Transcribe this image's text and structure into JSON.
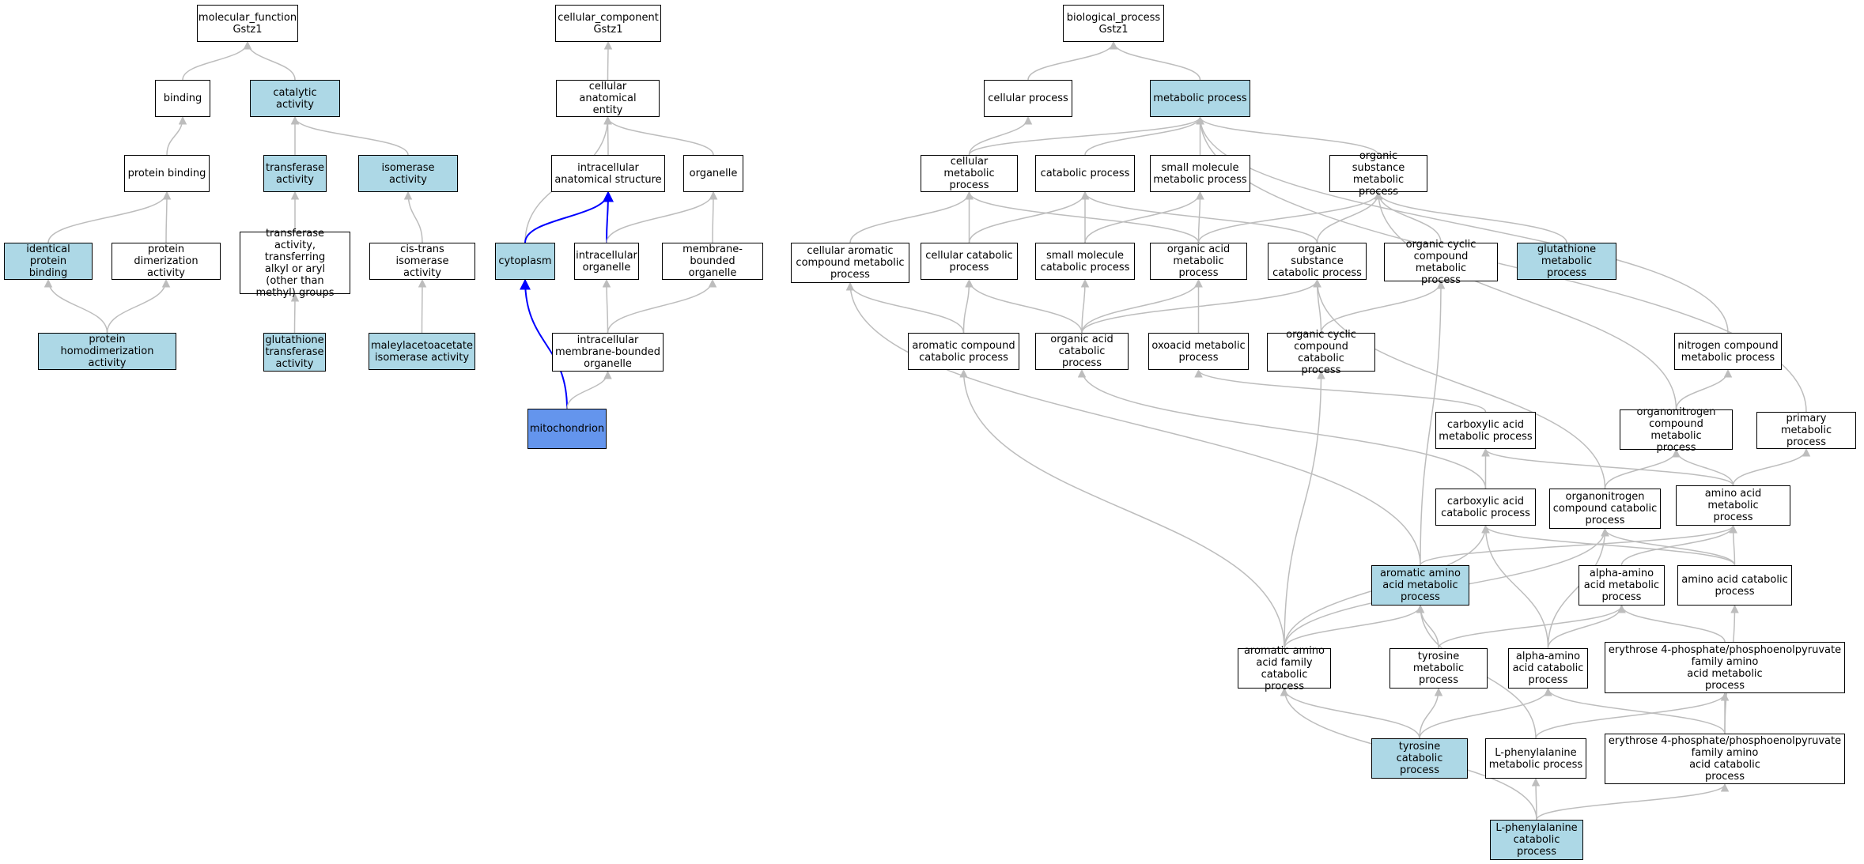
{
  "colors": {
    "highlight": "#add8e6",
    "selected": "#6495ed",
    "edge": "#bdbdbd",
    "path_edge": "#0000ff"
  },
  "nodes": [
    {
      "id": "mf",
      "label": "molecular_function\nGstz1",
      "style": "plain"
    },
    {
      "id": "binding",
      "label": "binding",
      "style": "plain"
    },
    {
      "id": "catalytic",
      "label": "catalytic activity",
      "style": "highlight"
    },
    {
      "id": "protein_binding",
      "label": "protein binding",
      "style": "plain"
    },
    {
      "id": "transferase",
      "label": "transferase\nactivity",
      "style": "highlight"
    },
    {
      "id": "isomerase",
      "label": "isomerase activity",
      "style": "highlight"
    },
    {
      "id": "identical",
      "label": "identical protein\nbinding",
      "style": "highlight"
    },
    {
      "id": "dimerization",
      "label": "protein dimerization\nactivity",
      "style": "plain"
    },
    {
      "id": "transferase_alkyl",
      "label": "transferase\nactivity, transferring\nalkyl or aryl\n(other than\nmethyl) groups",
      "style": "plain"
    },
    {
      "id": "cistrans",
      "label": "cis-trans isomerase\nactivity",
      "style": "plain"
    },
    {
      "id": "homodimer",
      "label": "protein homodimerization\nactivity",
      "style": "highlight"
    },
    {
      "id": "gst",
      "label": "glutathione\ntransferase\nactivity",
      "style": "highlight"
    },
    {
      "id": "maai",
      "label": "maleylacetoacetate\nisomerase activity",
      "style": "highlight"
    },
    {
      "id": "cc",
      "label": "cellular_component\nGstz1",
      "style": "plain"
    },
    {
      "id": "cae",
      "label": "cellular anatomical\nentity",
      "style": "plain"
    },
    {
      "id": "ias",
      "label": "intracellular\nanatomical structure",
      "style": "plain"
    },
    {
      "id": "organelle",
      "label": "organelle",
      "style": "plain"
    },
    {
      "id": "cytoplasm",
      "label": "cytoplasm",
      "style": "highlight"
    },
    {
      "id": "io",
      "label": "intracellular\norganelle",
      "style": "plain"
    },
    {
      "id": "mbo",
      "label": "membrane-bounded\norganelle",
      "style": "plain"
    },
    {
      "id": "imbo",
      "label": "intracellular\nmembrane-bounded\norganelle",
      "style": "plain"
    },
    {
      "id": "mito",
      "label": "mitochondrion",
      "style": "selected"
    },
    {
      "id": "bp",
      "label": "biological_process\nGstz1",
      "style": "plain"
    },
    {
      "id": "cellular_process",
      "label": "cellular process",
      "style": "plain"
    },
    {
      "id": "metabolic",
      "label": "metabolic process",
      "style": "highlight"
    },
    {
      "id": "cmp",
      "label": "cellular metabolic\nprocess",
      "style": "plain"
    },
    {
      "id": "catabolic",
      "label": "catabolic process",
      "style": "plain"
    },
    {
      "id": "smmp",
      "label": "small molecule\nmetabolic process",
      "style": "plain"
    },
    {
      "id": "osmp",
      "label": "organic substance\nmetabolic process",
      "style": "plain"
    },
    {
      "id": "cacmp",
      "label": "cellular aromatic\ncompound metabolic\nprocess",
      "style": "plain"
    },
    {
      "id": "ccp",
      "label": "cellular catabolic\nprocess",
      "style": "plain"
    },
    {
      "id": "smcp",
      "label": "small molecule\ncatabolic process",
      "style": "plain"
    },
    {
      "id": "oamp",
      "label": "organic acid\nmetabolic process",
      "style": "plain"
    },
    {
      "id": "oscp",
      "label": "organic substance\ncatabolic process",
      "style": "plain"
    },
    {
      "id": "occmp",
      "label": "organic cyclic\ncompound metabolic\nprocess",
      "style": "plain"
    },
    {
      "id": "glut",
      "label": "glutathione\nmetabolic process",
      "style": "highlight"
    },
    {
      "id": "accp",
      "label": "aromatic compound\ncatabolic process",
      "style": "plain"
    },
    {
      "id": "oacp",
      "label": "organic acid\ncatabolic process",
      "style": "plain"
    },
    {
      "id": "oxoacid",
      "label": "oxoacid metabolic\nprocess",
      "style": "plain"
    },
    {
      "id": "occcp",
      "label": "organic cyclic\ncompound catabolic\nprocess",
      "style": "plain"
    },
    {
      "id": "ncmp",
      "label": "nitrogen compound\nmetabolic process",
      "style": "plain"
    },
    {
      "id": "camp",
      "label": "carboxylic acid\nmetabolic process",
      "style": "plain"
    },
    {
      "id": "oncmp",
      "label": "organonitrogen\ncompound metabolic\nprocess",
      "style": "plain"
    },
    {
      "id": "pmp",
      "label": "primary metabolic\nprocess",
      "style": "plain"
    },
    {
      "id": "cacp",
      "label": "carboxylic acid\ncatabolic process",
      "style": "plain"
    },
    {
      "id": "onccp",
      "label": "organonitrogen\ncompound catabolic\nprocess",
      "style": "plain"
    },
    {
      "id": "aamp",
      "label": "amino acid metabolic\nprocess",
      "style": "plain"
    },
    {
      "id": "aaamp",
      "label": "aromatic amino\nacid metabolic\nprocess",
      "style": "highlight"
    },
    {
      "id": "alphamp",
      "label": "alpha-amino\nacid metabolic\nprocess",
      "style": "plain"
    },
    {
      "id": "aacp",
      "label": "amino acid catabolic\nprocess",
      "style": "plain"
    },
    {
      "id": "aaafcp",
      "label": "aromatic amino\nacid family\ncatabolic process",
      "style": "plain"
    },
    {
      "id": "tmp",
      "label": "tyrosine metabolic\nprocess",
      "style": "plain"
    },
    {
      "id": "alphacp",
      "label": "alpha-amino\nacid catabolic\nprocess",
      "style": "plain"
    },
    {
      "id": "e4pmp",
      "label": "erythrose 4-phosphate/phosphoenolpyruvate\nfamily amino\nacid metabolic\nprocess",
      "style": "plain"
    },
    {
      "id": "tcp",
      "label": "tyrosine catabolic\nprocess",
      "style": "highlight"
    },
    {
      "id": "lphemp",
      "label": "L-phenylalanine\nmetabolic process",
      "style": "plain"
    },
    {
      "id": "e4pcp",
      "label": "erythrose 4-phosphate/phosphoenolpyruvate\nfamily amino\nacid catabolic\nprocess",
      "style": "plain"
    },
    {
      "id": "lphecp",
      "label": "L-phenylalanine\ncatabolic process",
      "style": "highlight"
    }
  ],
  "edges": [
    [
      "binding",
      "mf",
      0
    ],
    [
      "catalytic",
      "mf",
      0
    ],
    [
      "protein_binding",
      "binding",
      0
    ],
    [
      "transferase",
      "catalytic",
      0
    ],
    [
      "isomerase",
      "catalytic",
      0
    ],
    [
      "identical",
      "protein_binding",
      0
    ],
    [
      "dimerization",
      "protein_binding",
      0
    ],
    [
      "transferase_alkyl",
      "transferase",
      0
    ],
    [
      "cistrans",
      "isomerase",
      0
    ],
    [
      "homodimer",
      "identical",
      0
    ],
    [
      "homodimer",
      "dimerization",
      0
    ],
    [
      "gst",
      "transferase_alkyl",
      0
    ],
    [
      "maai",
      "cistrans",
      0
    ],
    [
      "cae",
      "cc",
      0
    ],
    [
      "ias",
      "cae",
      0
    ],
    [
      "organelle",
      "cae",
      0
    ],
    [
      "cytoplasm",
      "cae",
      0
    ],
    [
      "cytoplasm",
      "ias",
      1
    ],
    [
      "io",
      "ias",
      1
    ],
    [
      "io",
      "organelle",
      0
    ],
    [
      "mbo",
      "organelle",
      0
    ],
    [
      "imbo",
      "io",
      0
    ],
    [
      "imbo",
      "mbo",
      0
    ],
    [
      "mito",
      "cytoplasm",
      1
    ],
    [
      "mito",
      "imbo",
      0
    ],
    [
      "cellular_process",
      "bp",
      0
    ],
    [
      "metabolic",
      "bp",
      0
    ],
    [
      "cmp",
      "cellular_process",
      0
    ],
    [
      "cmp",
      "metabolic",
      0
    ],
    [
      "catabolic",
      "metabolic",
      0
    ],
    [
      "smmp",
      "metabolic",
      0
    ],
    [
      "osmp",
      "metabolic",
      0
    ],
    [
      "cacmp",
      "cmp",
      0
    ],
    [
      "ccp",
      "cmp",
      0
    ],
    [
      "ccp",
      "catabolic",
      0
    ],
    [
      "smcp",
      "catabolic",
      0
    ],
    [
      "smcp",
      "smmp",
      0
    ],
    [
      "oamp",
      "smmp",
      0
    ],
    [
      "oamp",
      "osmp",
      0
    ],
    [
      "oscp",
      "catabolic",
      0
    ],
    [
      "oscp",
      "osmp",
      0
    ],
    [
      "occmp",
      "osmp",
      0
    ],
    [
      "glut",
      "osmp",
      0
    ],
    [
      "oamp",
      "cmp",
      0
    ],
    [
      "accp",
      "cacmp",
      0
    ],
    [
      "accp",
      "ccp",
      0
    ],
    [
      "oacp",
      "ccp",
      0
    ],
    [
      "oacp",
      "smcp",
      0
    ],
    [
      "oacp",
      "oamp",
      0
    ],
    [
      "oacp",
      "oscp",
      0
    ],
    [
      "oxoacid",
      "oamp",
      0
    ],
    [
      "occcp",
      "oscp",
      0
    ],
    [
      "occcp",
      "occmp",
      0
    ],
    [
      "ncmp",
      "metabolic",
      0
    ],
    [
      "oncmp",
      "osmp",
      0
    ],
    [
      "oncmp",
      "ncmp",
      0
    ],
    [
      "pmp",
      "metabolic",
      0
    ],
    [
      "camp",
      "oxoacid",
      0
    ],
    [
      "cacp",
      "camp",
      0
    ],
    [
      "cacp",
      "oacp",
      0
    ],
    [
      "onccp",
      "oncmp",
      0
    ],
    [
      "onccp",
      "oscp",
      0
    ],
    [
      "aamp",
      "camp",
      0
    ],
    [
      "aamp",
      "oncmp",
      0
    ],
    [
      "aamp",
      "pmp",
      0
    ],
    [
      "aaamp",
      "cacmp",
      0
    ],
    [
      "aaamp",
      "aamp",
      0
    ],
    [
      "aaamp",
      "occmp",
      0
    ],
    [
      "alphamp",
      "aamp",
      0
    ],
    [
      "aacp",
      "aamp",
      0
    ],
    [
      "aacp",
      "cacp",
      0
    ],
    [
      "aacp",
      "onccp",
      0
    ],
    [
      "aaafcp",
      "aaamp",
      0
    ],
    [
      "aaafcp",
      "accp",
      0
    ],
    [
      "aaafcp",
      "occcp",
      0
    ],
    [
      "aaafcp",
      "cacp",
      0
    ],
    [
      "aaafcp",
      "onccp",
      0
    ],
    [
      "tmp",
      "aaamp",
      0
    ],
    [
      "tmp",
      "alphamp",
      0
    ],
    [
      "alphacp",
      "alphamp",
      0
    ],
    [
      "alphacp",
      "cacp",
      0
    ],
    [
      "alphacp",
      "onccp",
      0
    ],
    [
      "e4pmp",
      "alphamp",
      0
    ],
    [
      "tcp",
      "aaafcp",
      0
    ],
    [
      "tcp",
      "tmp",
      0
    ],
    [
      "tcp",
      "alphacp",
      0
    ],
    [
      "lphemp",
      "aaamp",
      0
    ],
    [
      "lphemp",
      "e4pmp",
      0
    ],
    [
      "e4pcp",
      "e4pmp",
      0
    ],
    [
      "e4pcp",
      "alphacp",
      0
    ],
    [
      "e4pcp",
      "aacp",
      0
    ],
    [
      "lphecp",
      "lphemp",
      0
    ],
    [
      "lphecp",
      "e4pcp",
      0
    ],
    [
      "lphecp",
      "aaafcp",
      0
    ]
  ]
}
